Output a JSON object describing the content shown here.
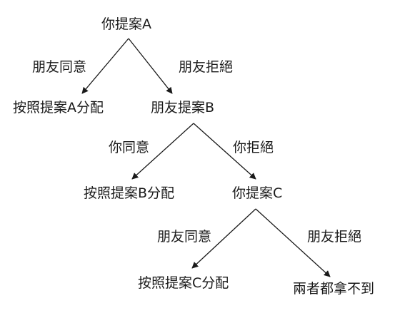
{
  "tree": {
    "root": "你提案A",
    "level1": {
      "edge_left": "朋友同意",
      "edge_right": "朋友拒絕",
      "leaf_left": "按照提案A分配",
      "node_right": "朋友提案B"
    },
    "level2": {
      "edge_left": "你同意",
      "edge_right": "你拒絕",
      "leaf_left": "按照提案B分配",
      "node_right": "你提案C"
    },
    "level3": {
      "edge_left": "朋友同意",
      "edge_right": "朋友拒絕",
      "leaf_left": "按照提案C分配",
      "leaf_right": "兩者都拿不到"
    }
  },
  "colors": {
    "line": "#1a1a1a",
    "text": "#1a1a1a",
    "background": "#ffffff"
  }
}
